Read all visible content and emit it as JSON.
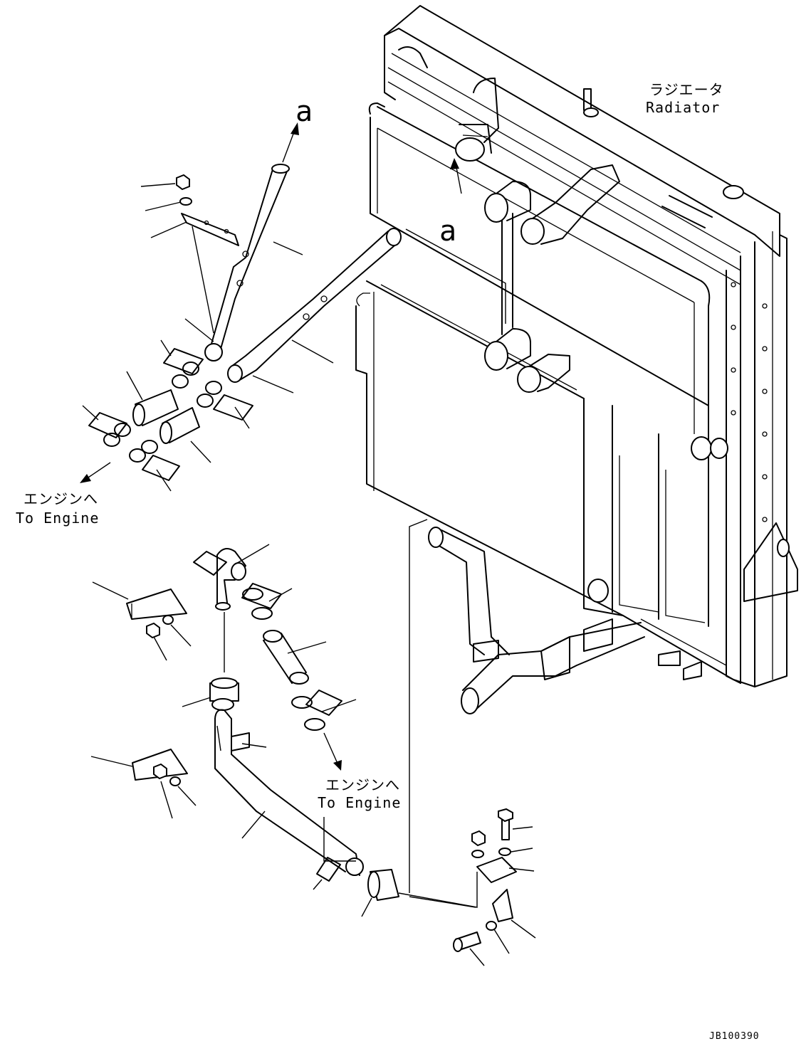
{
  "labels": {
    "radiator_jp": "ラジエータ",
    "radiator_en": "Radiator",
    "to_engine_1_jp": "エンジンへ",
    "to_engine_1_en": "To Engine",
    "to_engine_2_jp": "エンジンへ",
    "to_engine_2_en": "To Engine",
    "ref_a_top": "a",
    "ref_a_right": "a",
    "drawing_number": "JB100390"
  }
}
